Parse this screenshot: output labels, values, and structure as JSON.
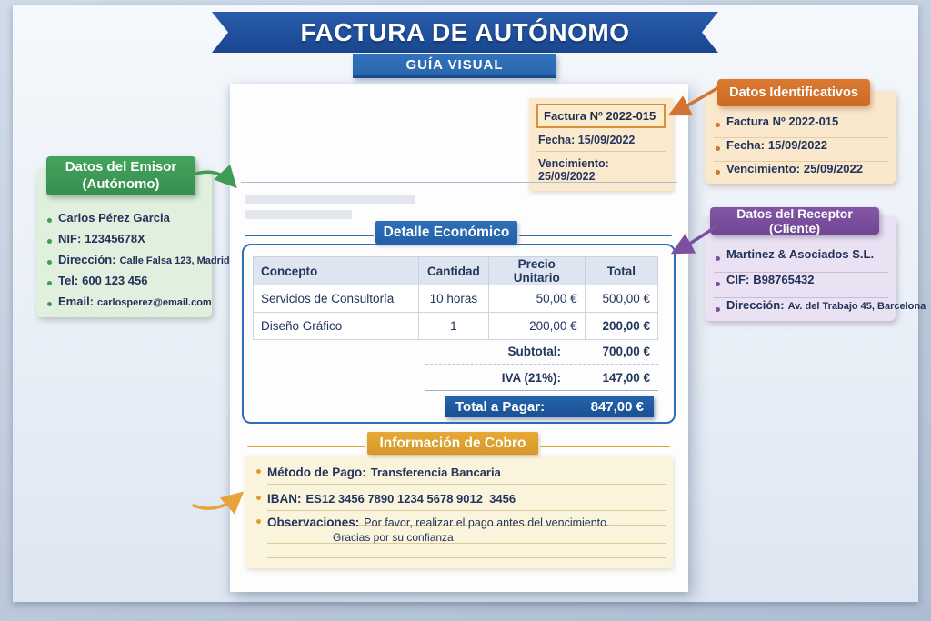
{
  "banner": {
    "title": "FACTURA DE AUTÓNOMO",
    "subtitle": "GUÍA VISUAL"
  },
  "colors": {
    "ribbon_blue": "#1d4d99",
    "accent_blue": "#2e6db6",
    "total_bar_blue": "#1d5a9f",
    "green": "#3f9b55",
    "green_light": "#e1f0de",
    "orange": "#d2742f",
    "orange_light": "#fae8cc",
    "purple": "#7b519f",
    "purple_light": "#eae2f3",
    "gold": "#dfa231",
    "cream": "#fbf4dd",
    "navy_text": "#22355c"
  },
  "invoice": {
    "id_box": {
      "number": "Factura Nº 2022-015",
      "date_label": "Fecha:",
      "date_value": "15/09/2022",
      "due_label": "Vencimiento:",
      "due_value": "25/09/2022"
    },
    "detail": {
      "section_title": "Detalle Económico",
      "columns": [
        "Concepto",
        "Cantidad",
        "Precio Unitario",
        "Total"
      ],
      "rows": [
        [
          "Servicios de Consultoría",
          "10 horas",
          "50,00 €",
          "500,00 €"
        ],
        [
          "Diseño Gráfico",
          "1",
          "200,00 €",
          "200,00 €"
        ]
      ],
      "subtotal_label": "Subtotal:",
      "subtotal_value": "700,00 €",
      "iva_label": "IVA (21%):",
      "iva_value": "147,00 €",
      "total_label": "Total a Pagar:",
      "total_value": "847,00 €"
    },
    "payment": {
      "section_title": "Información de Cobro",
      "method_label": "Método de Pago:",
      "method_value": "Transferencia Bancaria",
      "iban_label": "IBAN:",
      "iban_value": "ES12 3456 7890 1234 5678 9012  3456",
      "notes_label": "Observaciones:",
      "notes_line1": "Por favor, realizar el pago antes del vencimiento.",
      "notes_line2": "Gracias por su confianza."
    }
  },
  "callouts": {
    "emitter": {
      "title_line1": "Datos del Emisor",
      "title_line2": "(Autónomo)",
      "items": [
        {
          "label": "Carlos Pérez Garcia",
          "value": ""
        },
        {
          "label": "NIF:",
          "value": "12345678X"
        },
        {
          "label": "Dirección:",
          "value": "Calle Falsa 123, Madrid"
        },
        {
          "label": "Tel:",
          "value": "600 123 456"
        },
        {
          "label": "Email:",
          "value": "carlosperez@email.com"
        }
      ]
    },
    "identification": {
      "title": "Datos Identificativos",
      "items": [
        {
          "label": "Factura Nº 2022-015",
          "value": ""
        },
        {
          "label": "Fecha:",
          "value": "15/09/2022"
        },
        {
          "label": "Vencimiento:",
          "value": "25/09/2022"
        }
      ]
    },
    "receiver": {
      "title": "Datos del Receptor (Cliente)",
      "items": [
        {
          "label": "Martinez & Asociados S.L.",
          "value": ""
        },
        {
          "label": "CIF:",
          "value": "B98765432"
        },
        {
          "label": "Dirección:",
          "value": "Av. del Trabajo 45, Barcelona"
        }
      ]
    }
  }
}
